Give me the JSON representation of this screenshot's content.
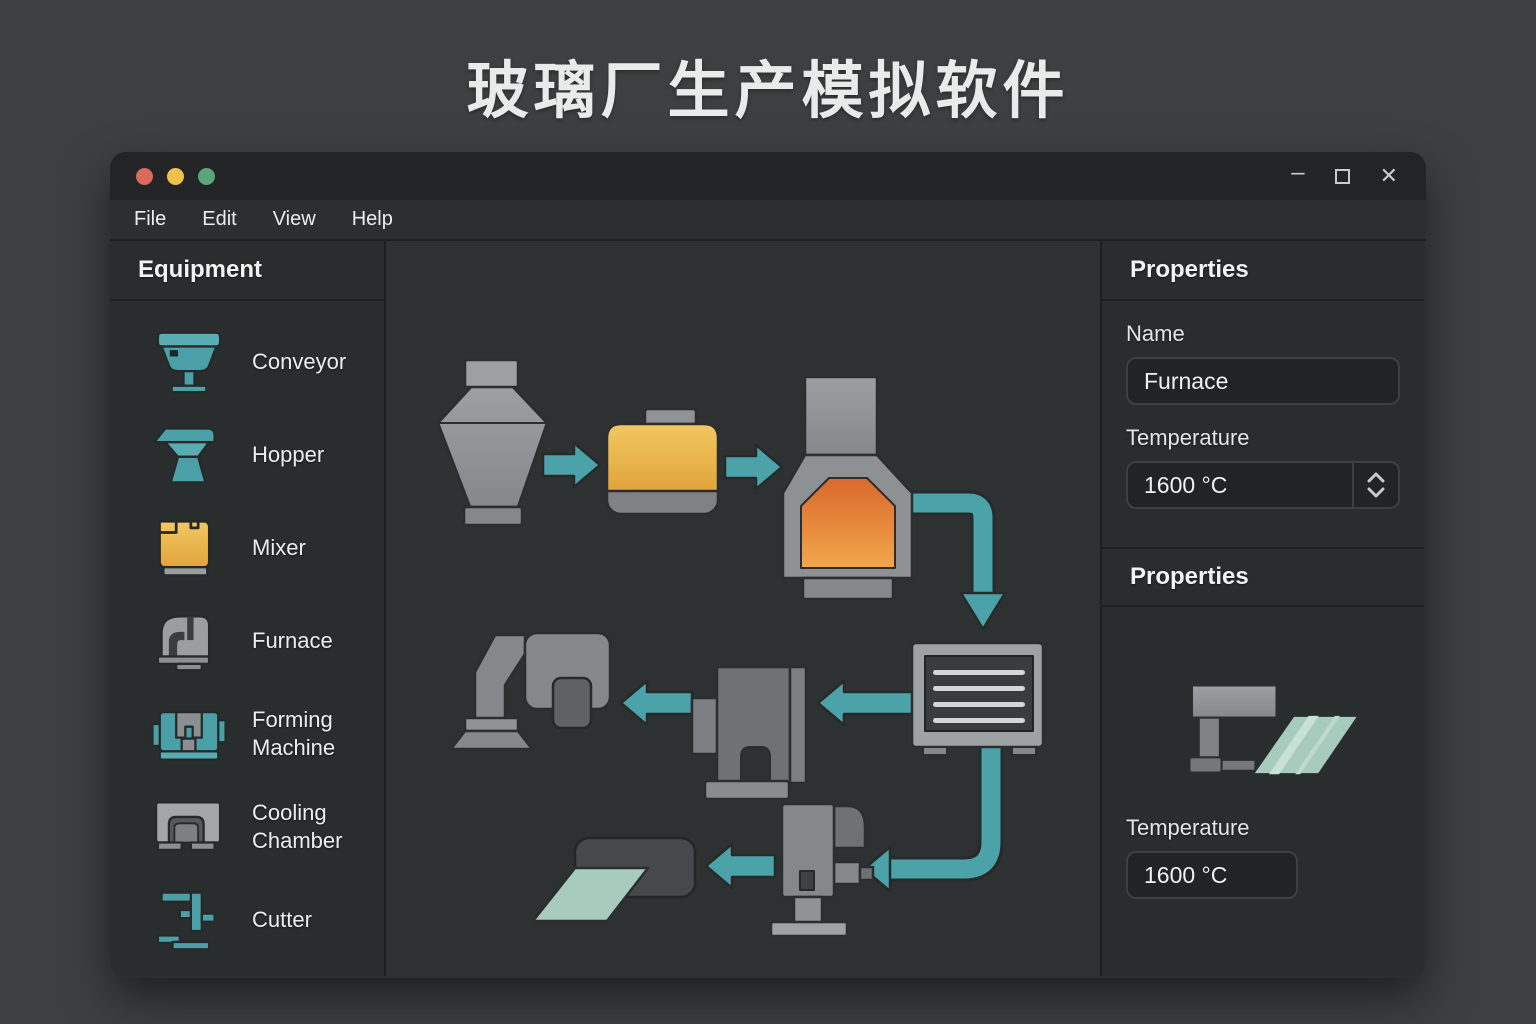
{
  "title": "玻璃厂生产模拟软件",
  "window": {
    "controls": {
      "minimize": "–",
      "close": "✕"
    }
  },
  "menu": {
    "items": [
      "File",
      "Edit",
      "View",
      "Help"
    ]
  },
  "sidebar": {
    "title": "Equipment",
    "items": [
      {
        "label": "Conveyor",
        "icon": "conveyor-icon"
      },
      {
        "label": "Hopper",
        "icon": "hopper-icon"
      },
      {
        "label": "Mixer",
        "icon": "mixer-icon"
      },
      {
        "label": "Furnace",
        "icon": "furnace-icon"
      },
      {
        "label": "Forming Machine",
        "icon": "forming-machine-icon"
      },
      {
        "label": "Cooling Chamber",
        "icon": "cooling-chamber-icon"
      },
      {
        "label": "Cutter",
        "icon": "cutter-icon"
      }
    ]
  },
  "canvas": {
    "nodes": [
      "hopper",
      "mixer",
      "furnace",
      "cooling-chamber",
      "forming-press",
      "vacuum-former",
      "cutter",
      "glass-sheet-output"
    ],
    "flow": "hopper → mixer → furnace → cooling-chamber → forming-press → vacuum-former; cooling-chamber → cutter → glass-sheet-output"
  },
  "properties_top": {
    "title": "Properties",
    "name_label": "Name",
    "name_value": "Furnace",
    "temperature_label": "Temperature",
    "temperature_value": "1600 °C"
  },
  "properties_bottom": {
    "title": "Properties",
    "temperature_label": "Temperature",
    "temperature_value": "1600 °C"
  },
  "colors": {
    "accent_teal": "#4BA3A9",
    "mixer_yellow": "#E9BC52",
    "furnace_orange_top": "#D9682C",
    "furnace_orange_bottom": "#F2A74C",
    "glass_green": "#A7CBBD",
    "traffic_red": "#D96A5C",
    "traffic_yellow": "#EEC04C",
    "traffic_green": "#5BA579"
  }
}
